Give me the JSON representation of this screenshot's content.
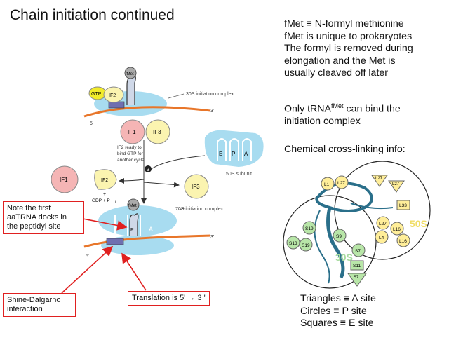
{
  "title": "Chain initiation continued",
  "notes": {
    "line1": "fMet ≡ N-formyl methionine",
    "line2": "fMet is unique to prokaryotes",
    "line3": "The formyl is removed during",
    "line4": "elongation and the Met is",
    "line5": "usually cleaved off later",
    "trna_prefix": "Only tRNA",
    "trna_sup": "fMet",
    "trna_suffix": " can bind the",
    "trna_line2": "initiation complex",
    "crosslink": "Chemical cross-linking info:"
  },
  "legend": {
    "triangles": "Triangles ≡ A site",
    "circles": "Circles ≡ P site",
    "squares": "Squares ≡ E site"
  },
  "callouts": {
    "aatrna_l1": "Note the first",
    "aatrna_l2": "aaTRNA docks in",
    "aatrna_l3": "the peptidyl site",
    "sd_l1": "Shine-Dalgarno",
    "sd_l2": "interaction",
    "translation": "Translation is 5' → 3 '"
  },
  "diagram": {
    "fmet": "fMet",
    "gtp": "GTP",
    "if2": "IF2",
    "if1": "IF1",
    "if3": "IF3",
    "complex_30s": "30S initiation complex",
    "if2_note_1": "IF2 ready to",
    "if2_note_2": "bind GTP for",
    "if2_note_3": "another cycle",
    "subunit_50s": "50S subunit",
    "site_e": "E",
    "site_p": "P",
    "site_a": "A",
    "gdp": "GDP + P",
    "gdp_sub": "i",
    "complex_70s": "70S initiation complex",
    "step_number": "3",
    "five_prime": "5'",
    "three_prime": "3'",
    "plus": "+"
  },
  "crosslink_map": {
    "label_50s": "50S",
    "label_30s": "30S",
    "circles_50s": [
      "L1",
      "L27",
      "L27",
      "L16",
      "L4",
      "L16"
    ],
    "triangles_50s": [
      "L27",
      "L27"
    ],
    "squares_50s": [
      "L33"
    ],
    "circles_30s": [
      "S19",
      "S13",
      "S19",
      "S9",
      "S7"
    ],
    "squares_30s": [
      "S11"
    ],
    "triangles_30s": [
      "S7"
    ]
  },
  "colors": {
    "ribosome": "#a8dcf0",
    "if_pink": "#f5b5b5",
    "if_yellow": "#fbf4b0",
    "gtp_yellow": "#f3ec2a",
    "mrna": "#e8762a",
    "callout_red": "#e02020",
    "map_yellow": "#ffee99",
    "map_green": "#b8e6a8",
    "rna_teal": "#2a6f8a"
  }
}
